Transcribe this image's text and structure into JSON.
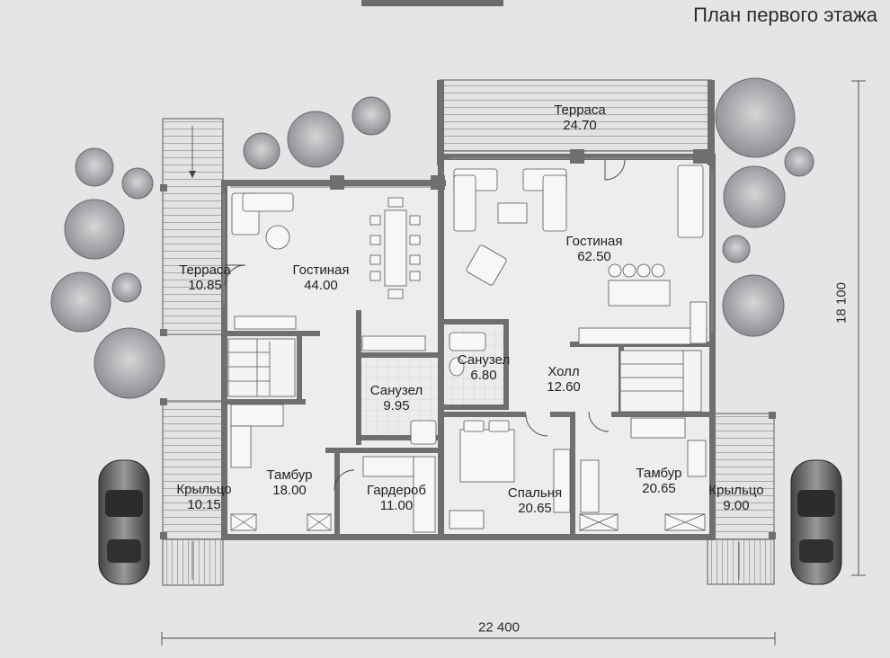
{
  "title": "План первого этажа",
  "rooms": [
    {
      "id": "terrace-top",
      "name": "Терраса",
      "area": "24.70"
    },
    {
      "id": "terrace-left",
      "name": "Терраса",
      "area": "10.85"
    },
    {
      "id": "living-left",
      "name": "Гостиная",
      "area": "44.00"
    },
    {
      "id": "living-right",
      "name": "Гостиная",
      "area": "62.50"
    },
    {
      "id": "bath-small",
      "name": "Санузел",
      "area": "6.80"
    },
    {
      "id": "hall",
      "name": "Холл",
      "area": "12.60"
    },
    {
      "id": "bath-large",
      "name": "Санузел",
      "area": "9.95"
    },
    {
      "id": "vestibule-left",
      "name": "Тамбур",
      "area": "18.00"
    },
    {
      "id": "wardrobe",
      "name": "Гардероб",
      "area": "11.00"
    },
    {
      "id": "bedroom",
      "name": "Спальня",
      "area": "20.65"
    },
    {
      "id": "vestibule-right",
      "name": "Тамбур",
      "area": "20.65"
    },
    {
      "id": "porch-left",
      "name": "Крыльцо",
      "area": "10.15"
    },
    {
      "id": "porch-right",
      "name": "Крыльцо",
      "area": "9.00"
    }
  ],
  "dimensions": {
    "width": "22 400",
    "height": "18 100"
  },
  "colors": {
    "background": "#e4e5e6",
    "wall": "#6e6f71",
    "floor": "#ededee",
    "deck": "#dcdddf",
    "line": "#5a5a5c"
  }
}
